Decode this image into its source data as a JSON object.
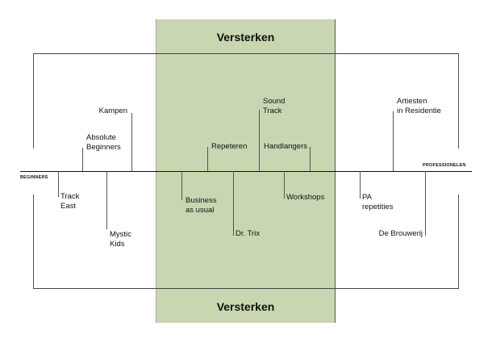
{
  "band_title_top": "Versterken",
  "band_title_bottom": "Versterken",
  "axis": {
    "left": "BEGINNERS",
    "right": "PROFESSIONELEN"
  },
  "items": [
    {
      "l1": "Track",
      "l2": "East"
    },
    {
      "l1": "Absolute",
      "l2": "Beginners"
    },
    {
      "l1": "Mystic",
      "l2": "Kids"
    },
    {
      "l1": "Kampen"
    },
    {
      "l1": "Business",
      "l2": "as usual"
    },
    {
      "l1": "Repeteren"
    },
    {
      "l1": "Dr. Trix"
    },
    {
      "l1": "Sound",
      "l2": "Track"
    },
    {
      "l1": "Workshops"
    },
    {
      "l1": "Handlangers"
    },
    {
      "l1": "PA",
      "l2": "repetities"
    },
    {
      "l1": "Artiesten",
      "l2": "in Residentie"
    },
    {
      "l1": "De Brouwerij"
    }
  ],
  "colors": {
    "band": "#c8d6b2"
  }
}
